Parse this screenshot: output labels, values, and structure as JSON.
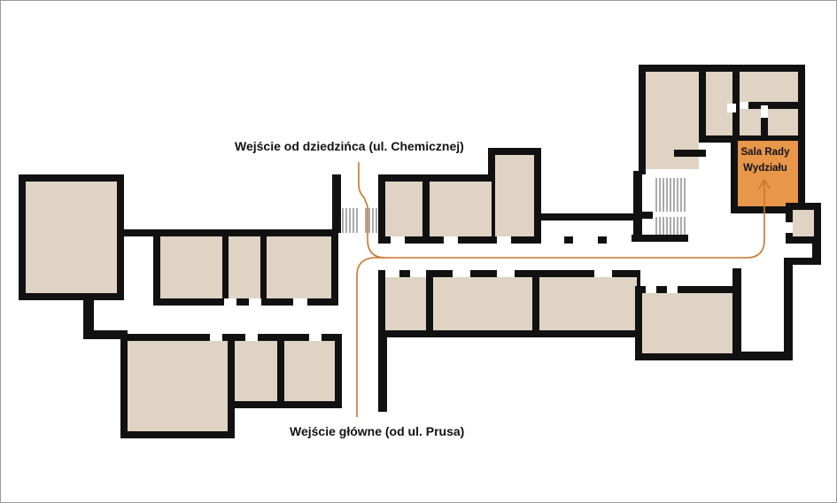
{
  "labels": {
    "courtyard_entrance": "Wejście od dziedzińca (ul. Chemicznej)",
    "main_entrance": "Wejście główne (od ul. Prusa)",
    "highlight_room_line1": "Sala Rady",
    "highlight_room_line2": "Wydziału"
  },
  "colors": {
    "room": "#e0d3c4",
    "wall": "#111111",
    "highlight_room": "#e8964a",
    "route": "#c8762a",
    "background": "#ffffff"
  },
  "icons": {
    "route_end": "arrow-up-icon"
  }
}
